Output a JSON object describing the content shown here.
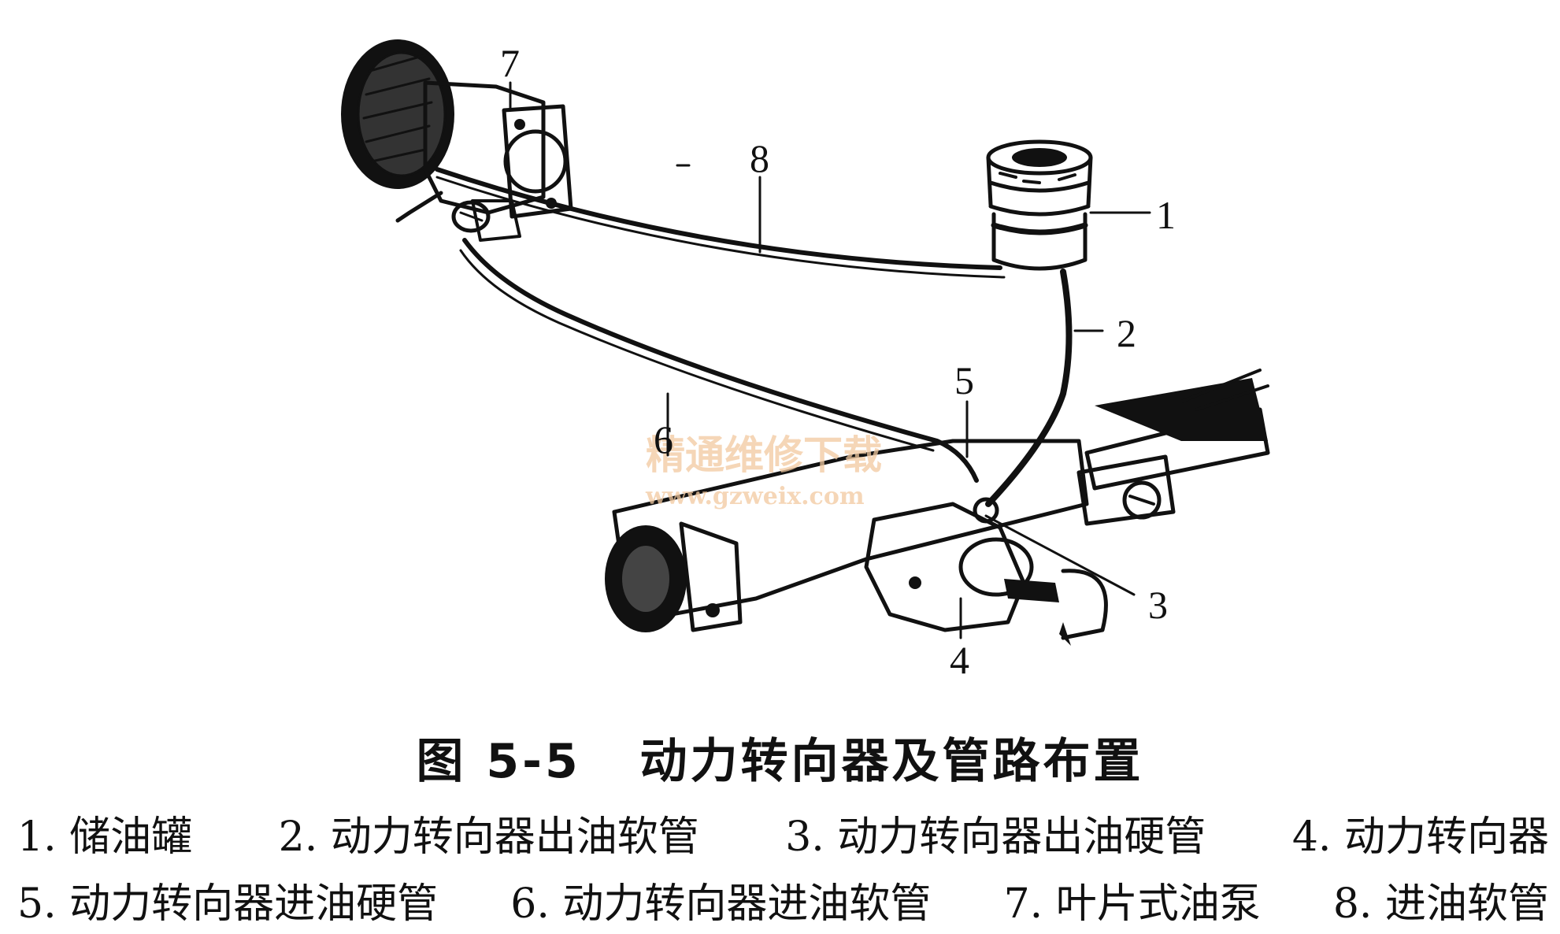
{
  "figure": {
    "callouts": [
      "1",
      "2",
      "3",
      "4",
      "5",
      "6",
      "7",
      "8"
    ],
    "watermark": {
      "line1": "精通维修下载",
      "line2": "www.gzweix.com"
    }
  },
  "caption": {
    "title": "图 5-5   动力转向器及管路布置"
  },
  "legend": [
    "1. 储油罐",
    "2. 动力转向器出油软管",
    "3. 动力转向器出油硬管",
    "4. 动力转向器",
    "5. 动力转向器进油硬管",
    "6. 动力转向器进油软管",
    "7. 叶片式油泵",
    "8. 进油软管"
  ]
}
